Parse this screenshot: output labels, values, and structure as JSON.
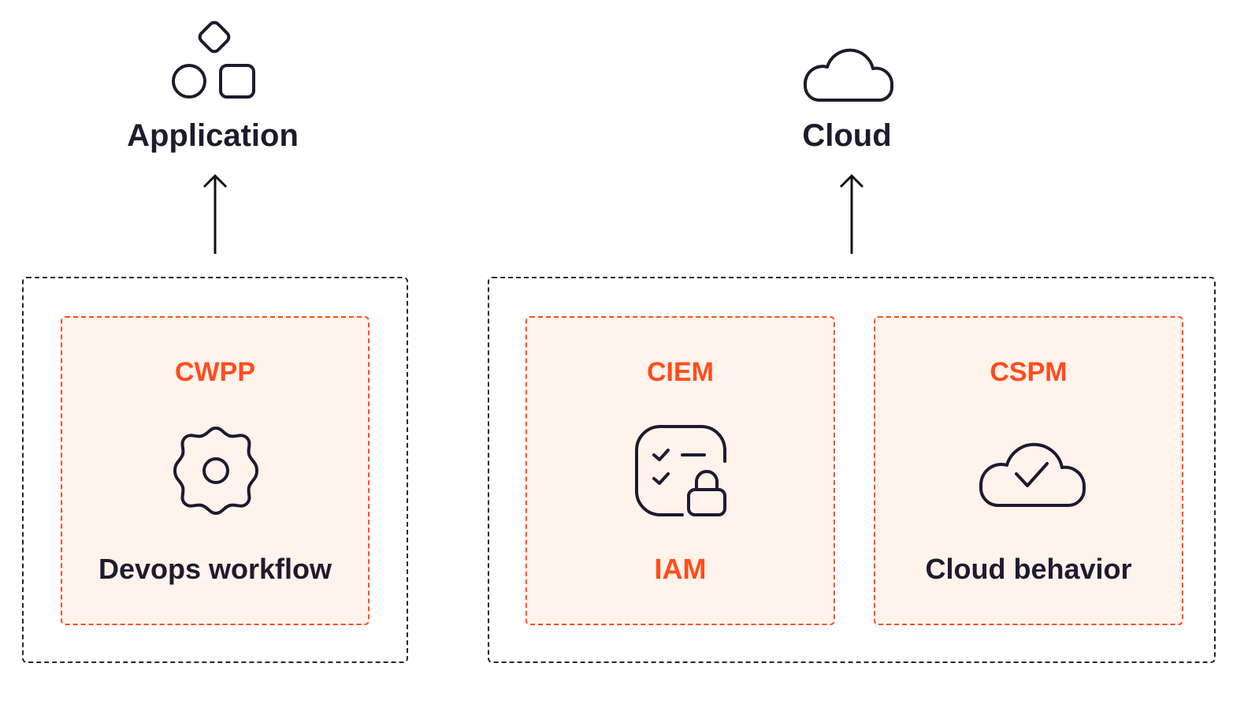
{
  "colors": {
    "accent": "#ff4d1c",
    "dark": "#1f1a2e",
    "panel_fill": "#fff3ec"
  },
  "columns": [
    {
      "title": "Application",
      "icon": "shapes-icon"
    },
    {
      "title": "Cloud",
      "icon": "cloud-icon"
    }
  ],
  "modules": [
    {
      "acronym": "CWPP",
      "icon": "gear-icon",
      "caption": "Devops workflow",
      "caption_accent": false
    },
    {
      "acronym": "CIEM",
      "icon": "checklist-lock-icon",
      "caption": "IAM",
      "caption_accent": true
    },
    {
      "acronym": "CSPM",
      "icon": "cloud-check-icon",
      "caption": "Cloud behavior",
      "caption_accent": false
    }
  ]
}
